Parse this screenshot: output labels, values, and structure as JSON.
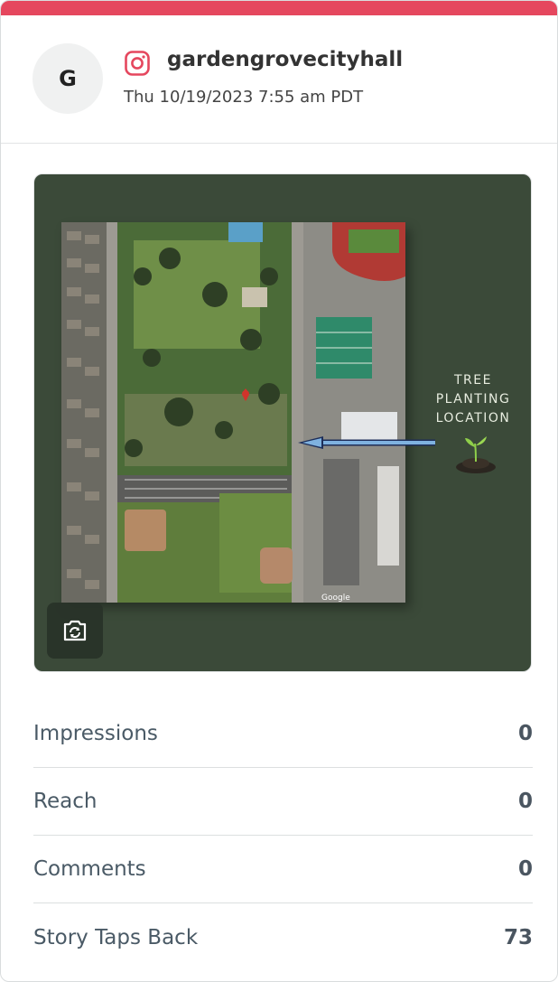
{
  "post": {
    "avatar_initial": "G",
    "account_name": "gardengrovecityhall",
    "date": "Thu 10/19/2023 7:55 am PDT",
    "network_icon": "instagram-icon",
    "accent_color": "#e5475e"
  },
  "media": {
    "caption_lines": [
      "TREE",
      "PLANTING",
      "LOCATION"
    ],
    "map_label_google": "Google",
    "button_icon": "camera-switch-icon"
  },
  "stats": [
    {
      "label": "Impressions",
      "value": "0"
    },
    {
      "label": "Reach",
      "value": "0"
    },
    {
      "label": "Comments",
      "value": "0"
    },
    {
      "label": "Story Taps Back",
      "value": "73"
    }
  ]
}
